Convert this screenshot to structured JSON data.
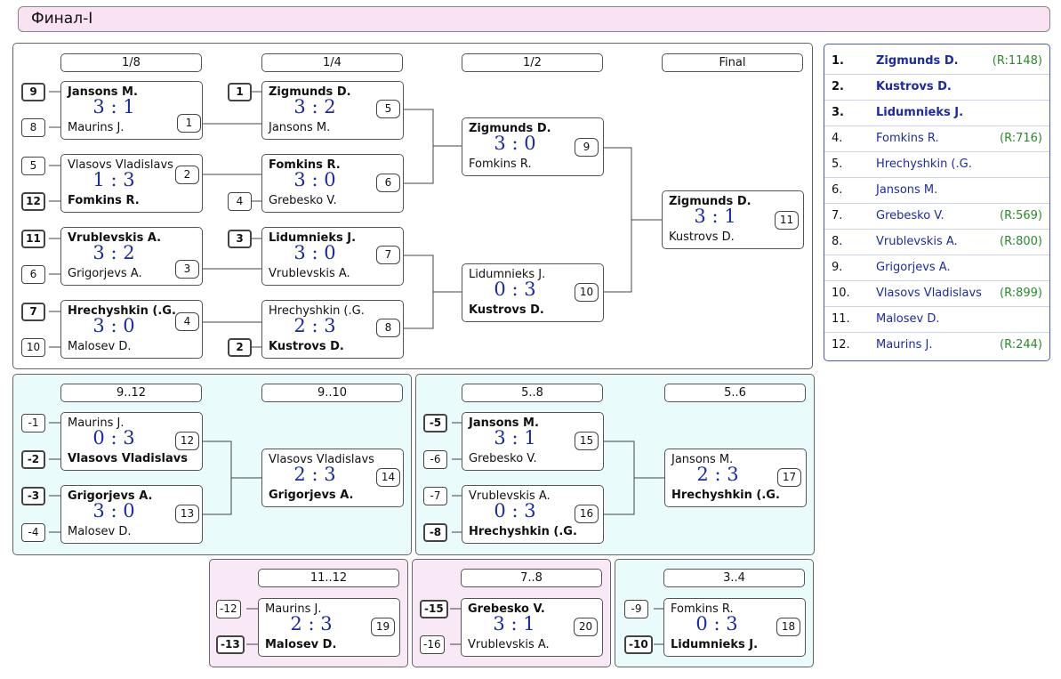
{
  "title": "Финал-I",
  "rounds": {
    "r8": "1/8",
    "r4": "1/4",
    "r2": "1/2",
    "final": "Final",
    "c912": "9..12",
    "c910": "9..10",
    "c58": "5..8",
    "c56": "5..6",
    "c1112": "11..12",
    "c78": "7..8",
    "c34": "3..4"
  },
  "matches": {
    "m1": {
      "p1": "Jansons M.",
      "p2": "Maurins J.",
      "score": "3 : 1",
      "num": "1",
      "s1": "9",
      "s2": "8"
    },
    "m2": {
      "p1": "Vlasovs Vladislavs",
      "p2": "Fomkins R.",
      "score": "1 : 3",
      "num": "2",
      "s1": "5",
      "s2": "12"
    },
    "m3": {
      "p1": "Vrublevskis A.",
      "p2": "Grigorjevs A.",
      "score": "3 : 2",
      "num": "3",
      "s1": "11",
      "s2": "6"
    },
    "m4": {
      "p1": "Hrechyshkin (.G.",
      "p2": "Malosev D.",
      "score": "3 : 0",
      "num": "4",
      "s1": "7",
      "s2": "10"
    },
    "m5": {
      "p1": "Zigmunds D.",
      "p2": "Jansons M.",
      "score": "3 : 2",
      "num": "5",
      "s1": "1"
    },
    "m6": {
      "p1": "Fomkins R.",
      "p2": "Grebesko V.",
      "score": "3 : 0",
      "num": "6",
      "s2": "4"
    },
    "m7": {
      "p1": "Lidumnieks J.",
      "p2": "Vrublevskis A.",
      "score": "3 : 0",
      "num": "7",
      "s1": "3"
    },
    "m8": {
      "p1": "Hrechyshkin (.G.",
      "p2": "Kustrovs D.",
      "score": "2 : 3",
      "num": "8",
      "s2": "2"
    },
    "m9": {
      "p1": "Zigmunds D.",
      "p2": "Fomkins R.",
      "score": "3 : 0",
      "num": "9"
    },
    "m10": {
      "p1": "Lidumnieks J.",
      "p2": "Kustrovs D.",
      "score": "0 : 3",
      "num": "10"
    },
    "m11": {
      "p1": "Zigmunds D.",
      "p2": "Kustrovs D.",
      "score": "3 : 1",
      "num": "11"
    },
    "m12": {
      "p1": "Maurins J.",
      "p2": "Vlasovs Vladislavs",
      "score": "0 : 3",
      "num": "12",
      "s1": "-1",
      "s2": "-2"
    },
    "m13": {
      "p1": "Grigorjevs A.",
      "p2": "Malosev D.",
      "score": "3 : 0",
      "num": "13",
      "s1": "-3",
      "s2": "-4"
    },
    "m14": {
      "p1": "Vlasovs Vladislavs",
      "p2": "Grigorjevs A.",
      "score": "2 : 3",
      "num": "14"
    },
    "m15": {
      "p1": "Jansons M.",
      "p2": "Grebesko V.",
      "score": "3 : 1",
      "num": "15",
      "s1": "-5",
      "s2": "-6"
    },
    "m16": {
      "p1": "Vrublevskis A.",
      "p2": "Hrechyshkin (.G.",
      "score": "0 : 3",
      "num": "16",
      "s1": "-7",
      "s2": "-8"
    },
    "m17": {
      "p1": "Jansons M.",
      "p2": "Hrechyshkin (.G.",
      "score": "2 : 3",
      "num": "17"
    },
    "m19": {
      "p1": "Maurins J.",
      "p2": "Malosev D.",
      "score": "2 : 3",
      "num": "19",
      "s1": "-12",
      "s2": "-13"
    },
    "m20": {
      "p1": "Grebesko V.",
      "p2": "Vrublevskis A.",
      "score": "3 : 1",
      "num": "20",
      "s1": "-15",
      "s2": "-16"
    },
    "m18": {
      "p1": "Fomkins R.",
      "p2": "Lidumnieks J.",
      "score": "0 : 3",
      "num": "18",
      "s1": "-9",
      "s2": "-10"
    }
  },
  "standings": [
    {
      "rank": "1.",
      "name": "Zigmunds D.",
      "rating": "(R:1148)"
    },
    {
      "rank": "2.",
      "name": "Kustrovs D.",
      "rating": ""
    },
    {
      "rank": "3.",
      "name": "Lidumnieks J.",
      "rating": ""
    },
    {
      "rank": "4.",
      "name": "Fomkins R.",
      "rating": "(R:716)"
    },
    {
      "rank": "5.",
      "name": "Hrechyshkin (.G.",
      "rating": ""
    },
    {
      "rank": "6.",
      "name": "Jansons M.",
      "rating": ""
    },
    {
      "rank": "7.",
      "name": "Grebesko V.",
      "rating": "(R:569)"
    },
    {
      "rank": "8.",
      "name": "Vrublevskis A.",
      "rating": "(R:800)"
    },
    {
      "rank": "9.",
      "name": "Grigorjevs A.",
      "rating": ""
    },
    {
      "rank": "10.",
      "name": "Vlasovs Vladislavs",
      "rating": "(R:899)"
    },
    {
      "rank": "11.",
      "name": "Malosev D.",
      "rating": ""
    },
    {
      "rank": "12.",
      "name": "Maurins J.",
      "rating": "(R:244)"
    }
  ]
}
